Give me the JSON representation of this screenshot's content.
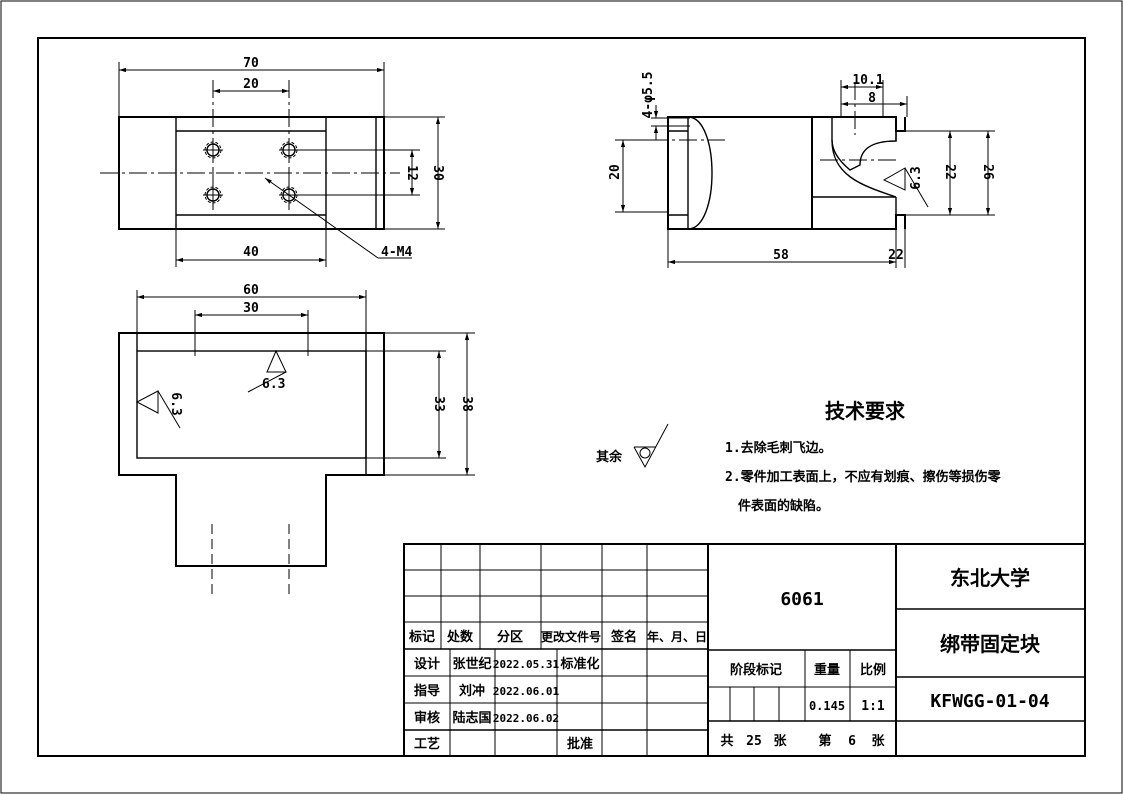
{
  "top_view": {
    "dim_70": "70",
    "dim_20": "20",
    "dim_12": "12",
    "dim_30": "30",
    "dim_40": "40",
    "thread_note": "4-M4"
  },
  "front_view": {
    "dim_60": "60",
    "dim_30": "30",
    "dim_33": "33",
    "dim_38": "38",
    "roughness_top": "6.3",
    "roughness_left": "6.3"
  },
  "side_view": {
    "hole_note": "4-φ5.5",
    "dim_10_1": "10.1",
    "dim_8": "8",
    "dim_20": "20",
    "dim_22a": "22",
    "dim_26": "26",
    "dim_58": "58",
    "dim_22b": "22",
    "roughness": "6.3"
  },
  "other_roughness": {
    "label": "其余"
  },
  "tech_requirements": {
    "title": "技术要求",
    "item1": "1.去除毛刺飞边。",
    "item2": "2.零件加工表面上，不应有划痕、擦伤等损伤零",
    "item2_cont": "件表面的缺陷。"
  },
  "title_block": {
    "header": {
      "mark": "标记",
      "count": "处数",
      "zone": "分区",
      "change_doc": "更改文件号",
      "signature": "签名",
      "date": "年、月、日"
    },
    "design": {
      "label": "设计",
      "name": "张世纪",
      "date": "2022.05.31",
      "std": "标准化"
    },
    "guide": {
      "label": "指导",
      "name": "刘冲",
      "date": "2022.06.01"
    },
    "review": {
      "label": "审核",
      "name": "陆志国",
      "date": "2022.06.02"
    },
    "process": {
      "label": "工艺",
      "approve": "批准"
    },
    "material": "6061",
    "stage_mark": "阶段标记",
    "weight_label": "重量",
    "scale_label": "比例",
    "weight": "0.145",
    "scale": "1:1",
    "sheets": {
      "total_pre": "共",
      "total": "25",
      "unit1": "张",
      "cur_pre": "第",
      "current": "6",
      "unit2": "张"
    },
    "university": "东北大学",
    "part_name": "绑带固定块",
    "drawing_no": "KFWGG-01-04"
  }
}
